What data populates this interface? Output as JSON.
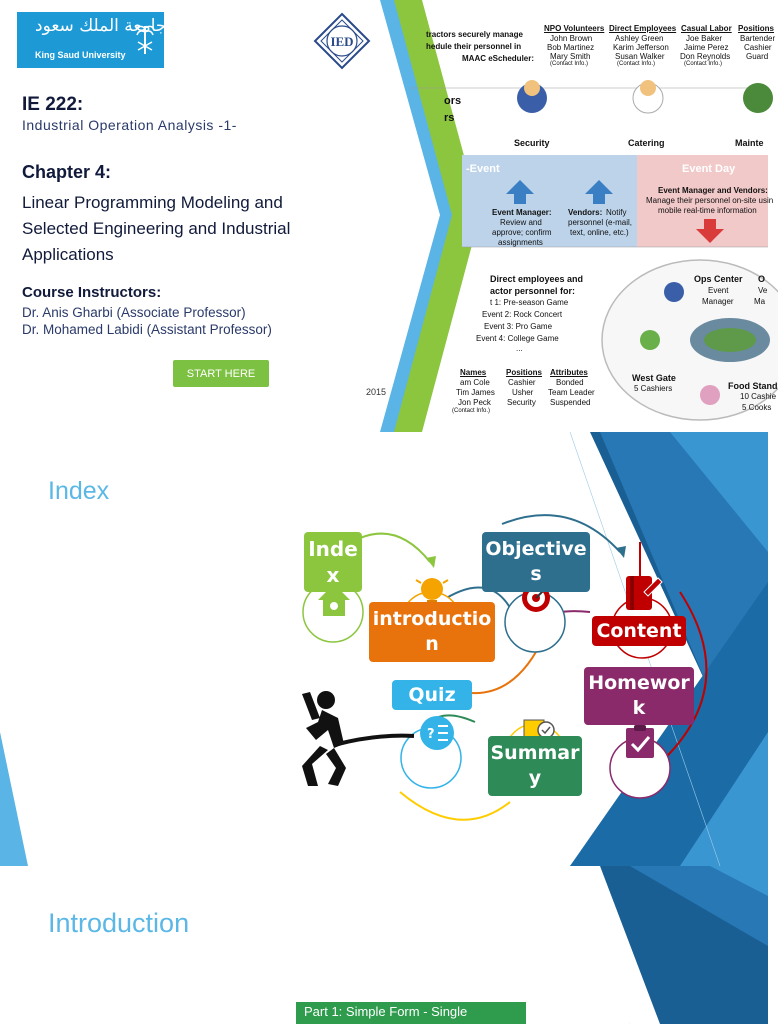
{
  "slide1": {
    "ksu_logo": {
      "arabic": "جامعة الملك سعود",
      "english": "King Saud University"
    },
    "ied_logo": {
      "text": "IED"
    },
    "course_code": "IE 222:",
    "course_name": "Industrial Operation Analysis -1-",
    "chapter": "Chapter 4:",
    "chapter_title": "Linear Programming Modeling and Selected Engineering and Industrial Applications",
    "instructors_heading": "Course Instructors:",
    "instructors": [
      "Dr. Anis Gharbi (Associate Professor)",
      "Dr. Mohamed Labidi (Assistant Professor)"
    ],
    "start_button": "START HERE",
    "year": "2015",
    "infographic": {
      "intro_lines": [
        "tractors securely manage",
        "hedule their personnel in",
        "MAAC eScheduler:"
      ],
      "left_fragments": [
        "ors",
        "rs"
      ],
      "tables": [
        {
          "header": "NPO Volunteers",
          "rows": [
            "John Brown",
            "Bob Martinez",
            "Mary Smith",
            "(Contact Info.)"
          ]
        },
        {
          "header": "Direct Employees",
          "rows": [
            "Ashley Green",
            "Karim Jefferson",
            "Susan Walker",
            "(Contact Info.)"
          ]
        },
        {
          "header": "Casual Labor",
          "rows": [
            "Joe Baker",
            "Jaime Perez",
            "Don Reynolds",
            "(Contact Info.)"
          ]
        },
        {
          "header": "Positions",
          "rows": [
            "Bartender",
            "Cashier",
            "Guard"
          ]
        }
      ],
      "roles": [
        "Security",
        "Catering",
        "Mainte"
      ],
      "pre_event_title": "-Event",
      "event_day_title": "Event Day",
      "event_manager": {
        "label": "Event Manager:",
        "text": [
          "Review and",
          "approve; confirm",
          "assignments"
        ]
      },
      "vendors": {
        "label": "Vendors:",
        "text": [
          "Notify",
          "personnel (e-mail,",
          "text, online, etc.)"
        ]
      },
      "event_day_text": {
        "label": "Event Manager and Vendors:",
        "text": [
          "Manage their personnel on-site usin",
          "mobile real-time information"
        ]
      },
      "direct_lines": [
        "Direct employees and",
        "actor personnel for:",
        "t 1:  Pre-season Game",
        "Event 2:  Rock Concert",
        "Event 3:  Pro Game",
        "Event 4:  College Game",
        "..."
      ],
      "bottom_table": {
        "names": {
          "header": "Names",
          "rows": [
            "am Cole",
            "Tim James",
            "Jon Peck",
            "(Contact Info.)"
          ]
        },
        "positions": {
          "header": "Positions",
          "rows": [
            "Cashier",
            "Usher",
            "Security"
          ]
        },
        "attributes": {
          "header": "Attributes",
          "rows": [
            "Bonded",
            "Team Leader",
            "Suspended"
          ]
        }
      },
      "ops_center": {
        "label": "Ops Center",
        "sub": [
          "Event",
          "Manager"
        ]
      },
      "right_fragment": {
        "label": "O",
        "sub": [
          "Ve",
          "Ma"
        ]
      },
      "west_gate": {
        "label": "West Gate",
        "sub": "5 Cashiers"
      },
      "food_stand": {
        "label": "Food Stand",
        "sub": [
          "10 Cashie",
          "5 Cooks"
        ]
      }
    }
  },
  "slide2": {
    "title": "Index",
    "nodes": {
      "index": "Index",
      "objectives": "Objectives",
      "introduction": "introduction",
      "content": "Content",
      "homework": "Homework",
      "quiz": "Quiz",
      "summary": "Summary"
    },
    "colors": {
      "index": "#8cc63f",
      "objectives": "#2e6f8e",
      "introduction": "#e8730c",
      "content": "#c00000",
      "homework": "#8a2a6b",
      "quiz": "#33b3e8",
      "summary": "#2e8b57",
      "accent_blue": "#1a6aa6"
    }
  },
  "slide3": {
    "title": "Introduction",
    "part1": "Part 1: Simple Form - Single"
  }
}
